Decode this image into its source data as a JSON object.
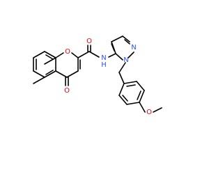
{
  "molecule": {
    "atoms": [
      {
        "id": "O_ring",
        "label": "O",
        "color": "#e8000b"
      },
      {
        "id": "O_amide",
        "label": "O",
        "color": "#e8000b"
      },
      {
        "id": "O_keto",
        "label": "O",
        "color": "#e8000b"
      },
      {
        "id": "N_amide",
        "label": "N",
        "color": "#3050f8"
      },
      {
        "id": "H_amide",
        "label": "H",
        "color": "#3050f8"
      },
      {
        "id": "N_pyr2",
        "label": "N",
        "color": "#3050f8"
      },
      {
        "id": "N_pyr1",
        "label": "N",
        "color": "#3050f8"
      },
      {
        "id": "O_methoxy",
        "label": "O",
        "color": "#e8000b"
      }
    ]
  }
}
